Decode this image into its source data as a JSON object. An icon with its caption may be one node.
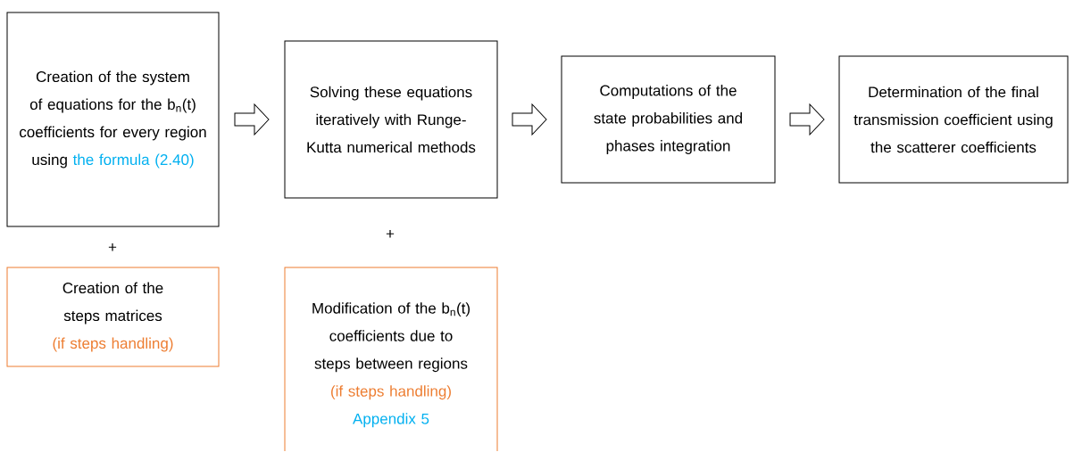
{
  "diagram": {
    "nodes": [
      {
        "text": [
          "Creation of the system of equations for the b$_{n}$(t) coefficients for every region using",
          "the formula (2.40)"
        ]
      },
      {
        "text": [
          "Creation of the steps matrices",
          "(if steps handling)"
        ]
      },
      {
        "text": [
          "Solving these equations iteratively with Runge-Kutta numerical methods"
        ]
      },
      {
        "text": [
          "Modification of the b$_{n}$(t) coefficients due to steps between regions",
          "(if steps handling)",
          "Appendix 5"
        ]
      },
      {
        "text": [
          "Computations of the state probabilities and phases integration"
        ]
      },
      {
        "text": [
          "Determination of the final transmission coefficient using the scatterer coefficients"
        ]
      }
    ],
    "edges": [
      {
        "from": 0,
        "to": 2,
        "arrow": "to"
      },
      {
        "from": 2,
        "to": 4,
        "arrow": "to"
      },
      {
        "from": 4,
        "to": 5,
        "arrow": "to"
      }
    ],
    "labels": [
      "+",
      "+"
    ]
  }
}
